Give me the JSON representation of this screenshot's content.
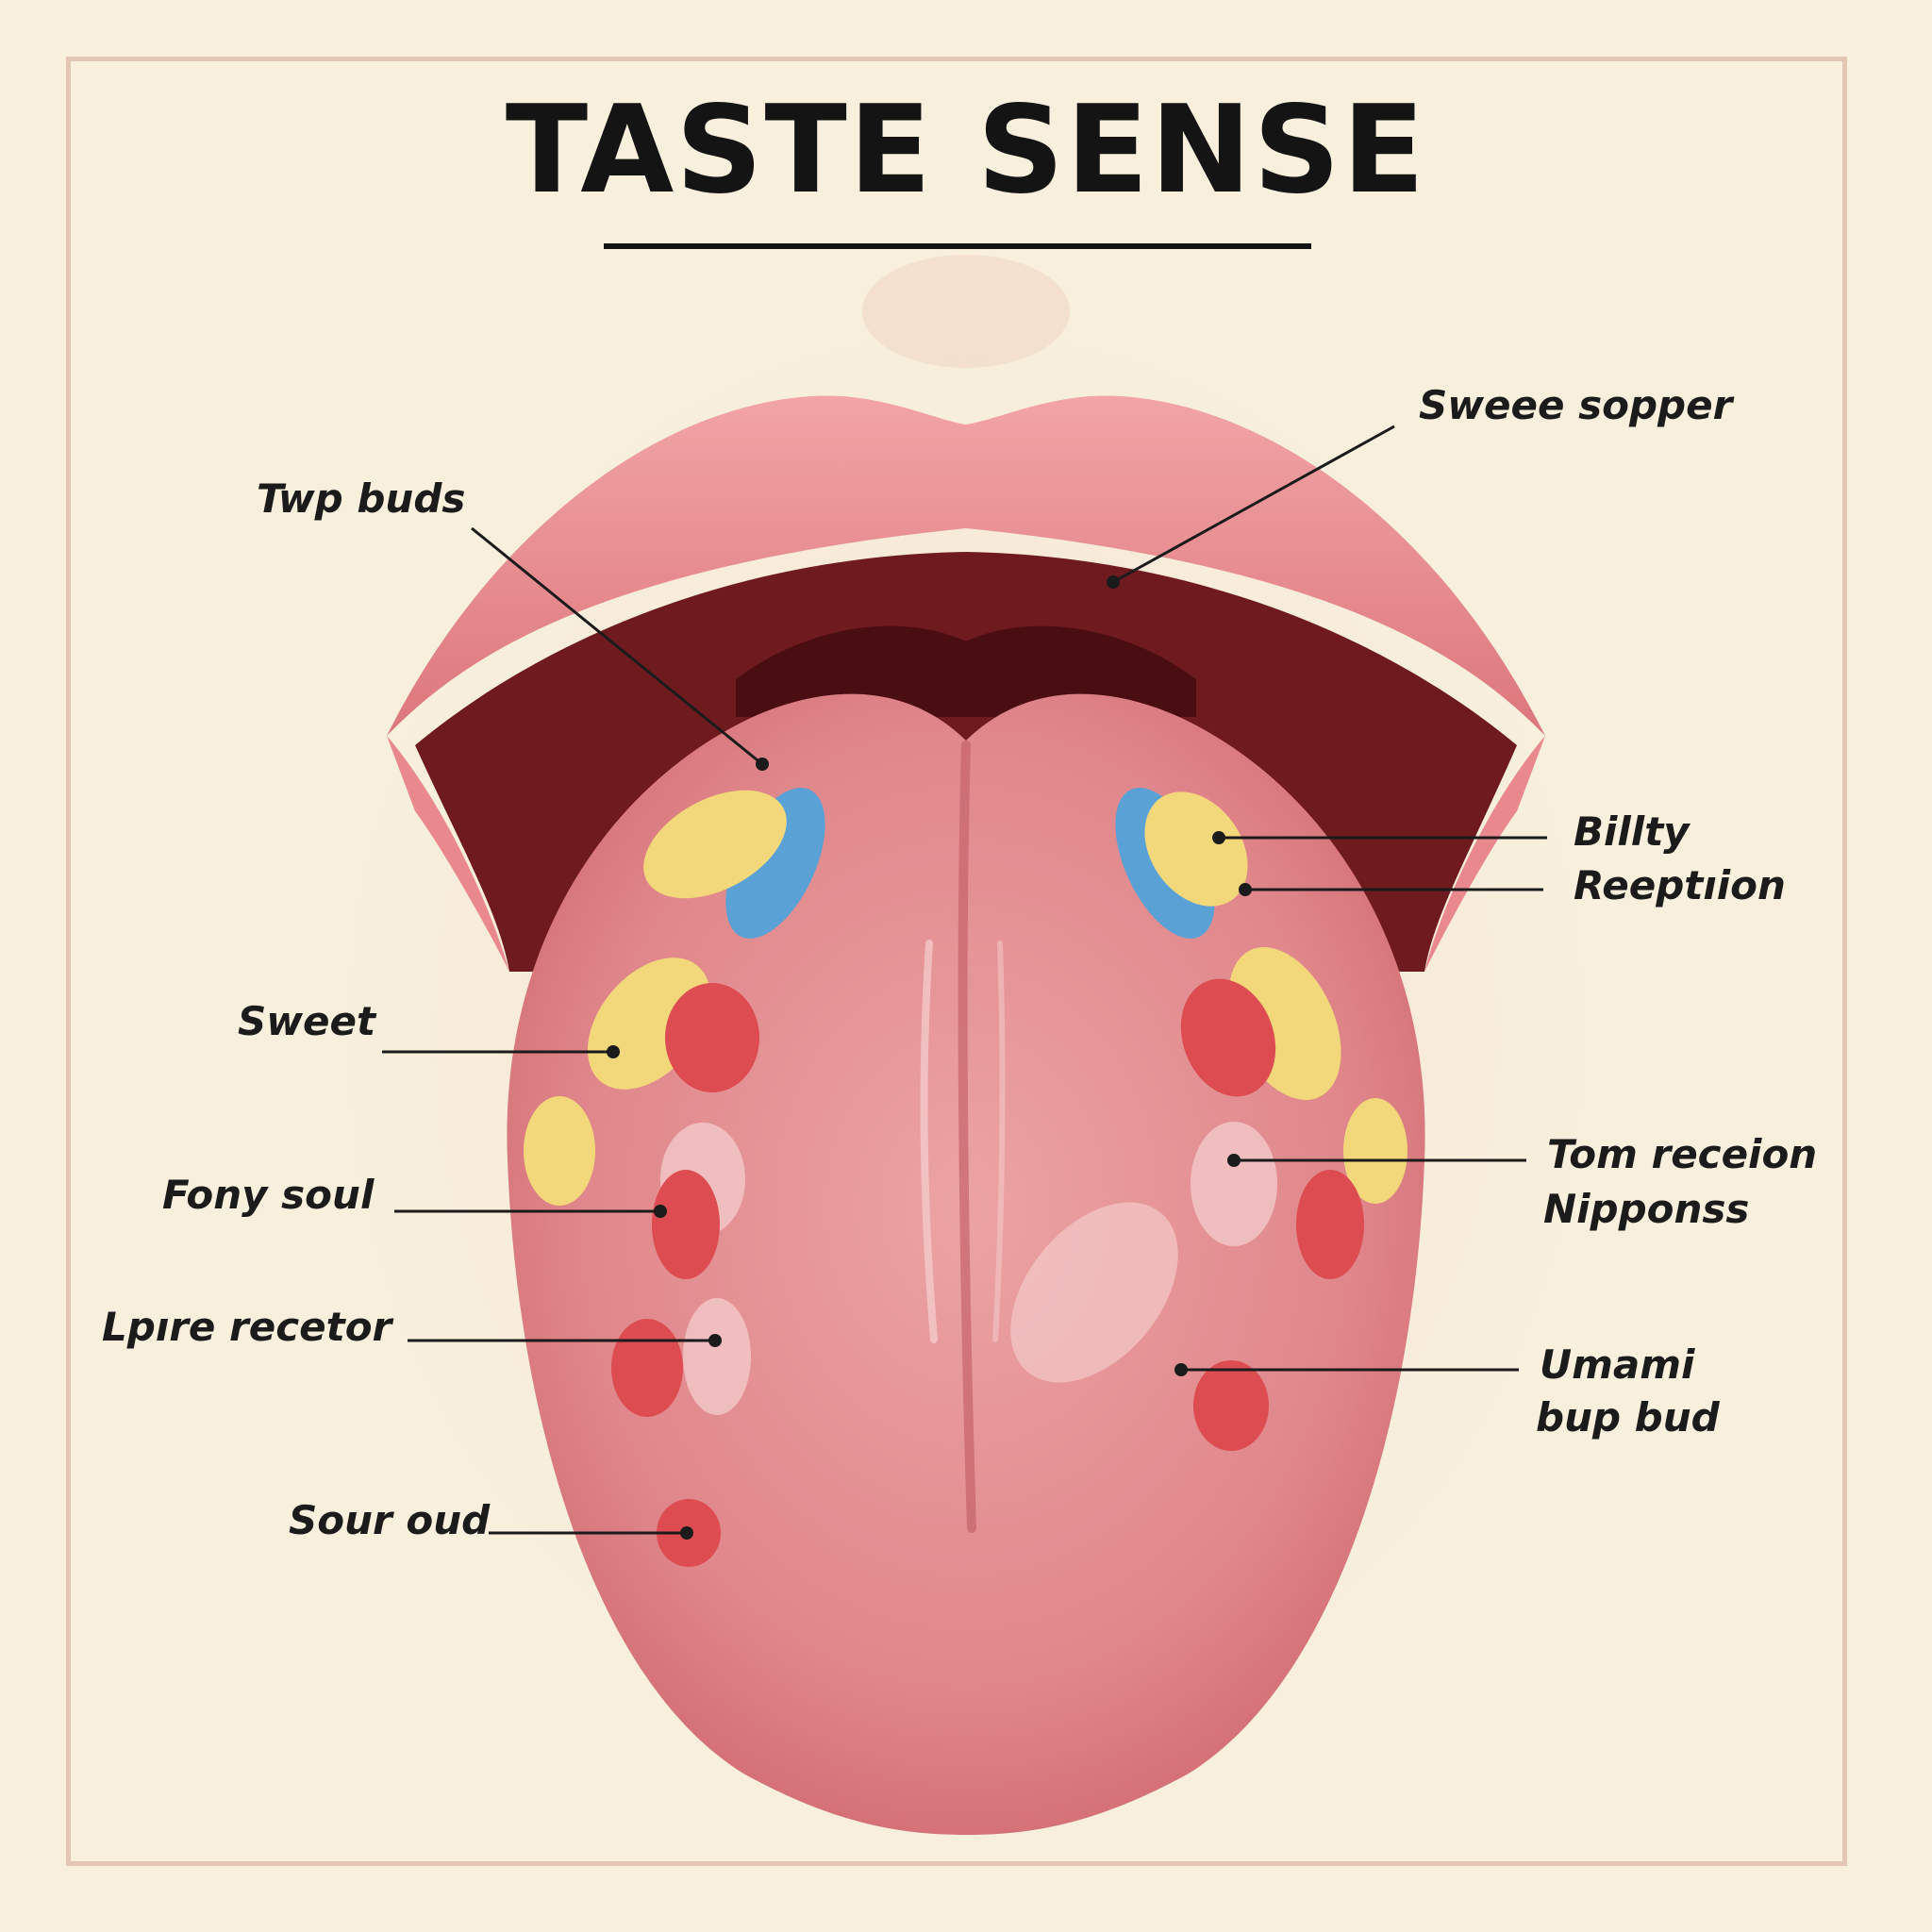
{
  "title": "TASTE SENSE",
  "colors": {
    "background": "#f8efdd",
    "tongue": "#e08a8e",
    "lips": "#e9898d",
    "mouth_interior": "#6e1a1f",
    "sweet_bud": "#f2d87a",
    "bitter_bud": "#5aa2d6",
    "salty_sour_bud": "#dc4c50",
    "faint_bud": "#f3c9c9"
  },
  "labels": {
    "twp_buds": "Twp buds",
    "sweet": "Sweet",
    "fony_soul": "Fony soul",
    "lpire_receptor": "Lpıre recetor",
    "sour_oud": "Sour oud",
    "sweee_sopper": "Sweee sopper",
    "billty": "Billty",
    "reeption": "Reeptıion",
    "tom_receion": "Tom receion",
    "nipponss": "Nipponss",
    "umami": "Umami",
    "bup_bud": "bup bud"
  }
}
